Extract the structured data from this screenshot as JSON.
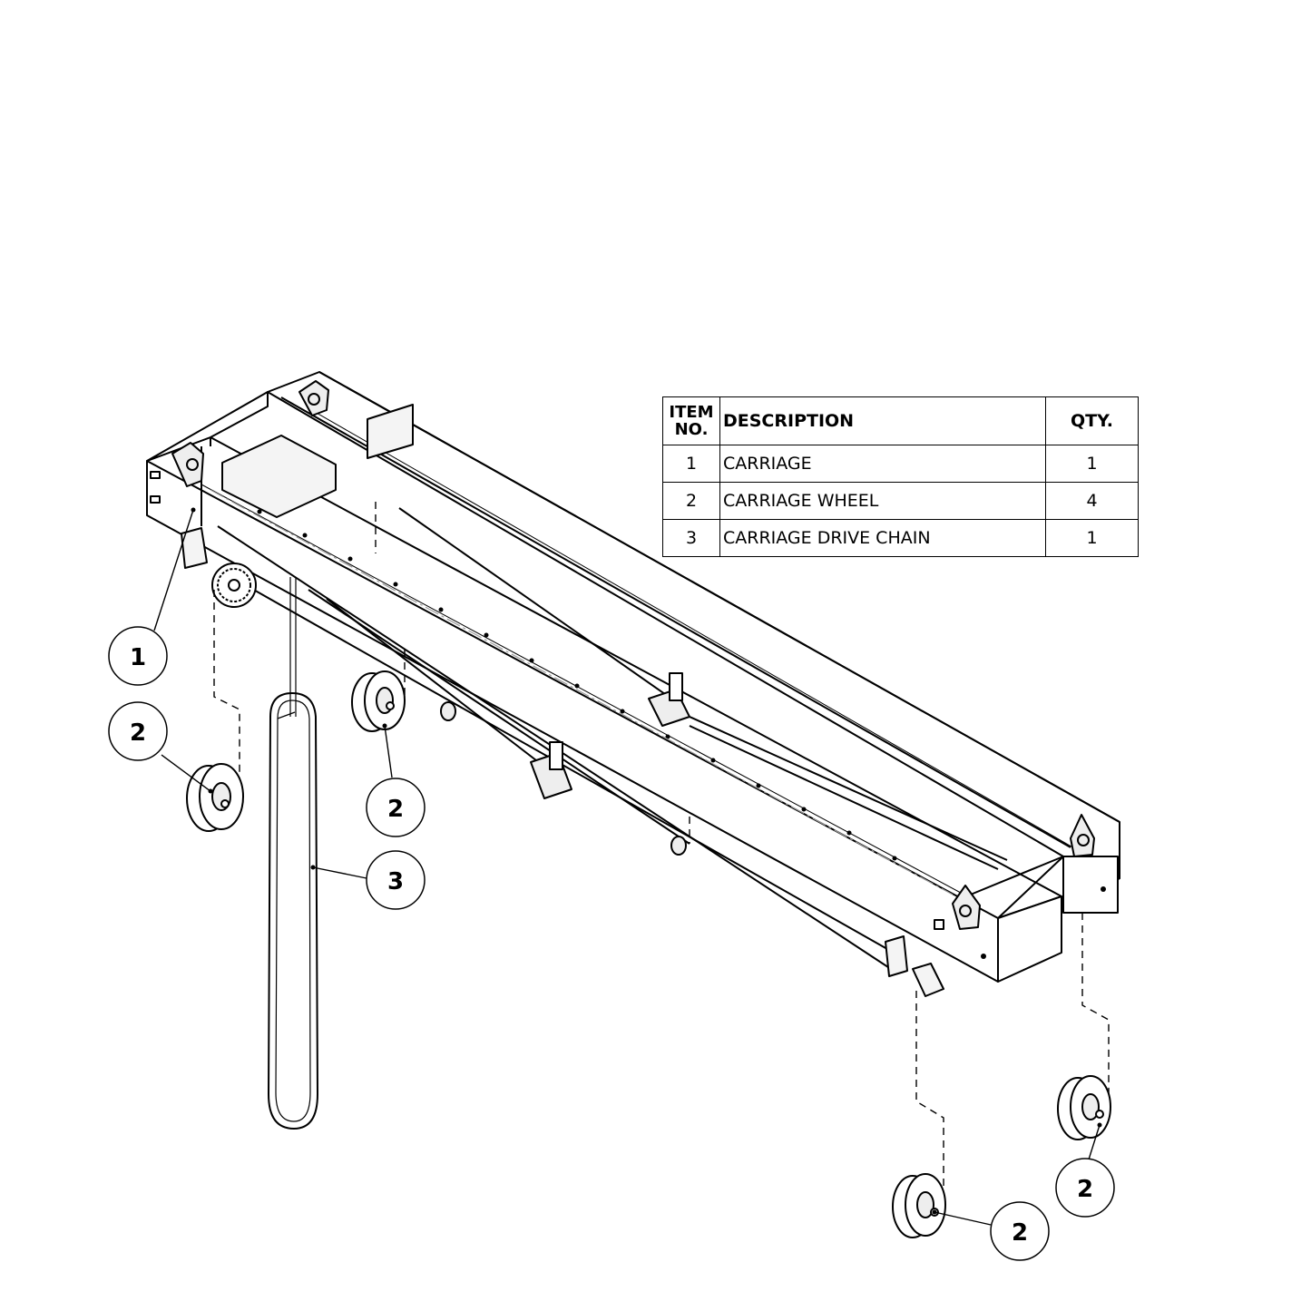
{
  "bom": {
    "headers": {
      "item_line1": "ITEM",
      "item_line2": "NO.",
      "description": "DESCRIPTION",
      "qty": "QTY."
    },
    "rows": [
      {
        "item": "1",
        "description": "CARRIAGE",
        "qty": "1"
      },
      {
        "item": "2",
        "description": "CARRIAGE WHEEL",
        "qty": "4"
      },
      {
        "item": "3",
        "description": "CARRIAGE DRIVE CHAIN",
        "qty": "1"
      }
    ]
  },
  "balloons": [
    {
      "label": "1"
    },
    {
      "label": "2"
    },
    {
      "label": "2"
    },
    {
      "label": "3"
    },
    {
      "label": "2"
    },
    {
      "label": "2"
    }
  ],
  "colors": {
    "line": "#000000",
    "background": "#ffffff",
    "part_fill": "#f4f4f4"
  }
}
